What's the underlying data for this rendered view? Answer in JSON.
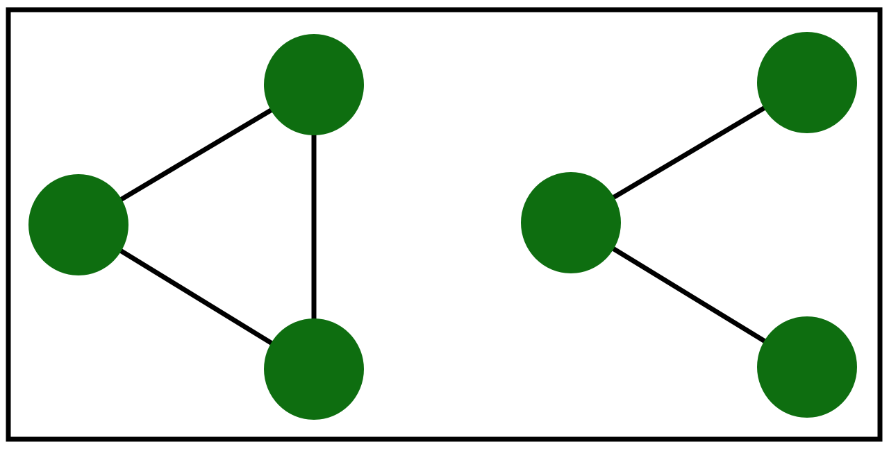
{
  "colors": {
    "node_fill": "#0e6e10",
    "edge_stroke": "#000000",
    "frame_stroke": "#000000",
    "background": "#ffffff"
  },
  "graphs": [
    {
      "id": "graph-1",
      "nodes": [
        "a",
        "b",
        "c"
      ],
      "edges": [
        [
          "a",
          "b"
        ],
        [
          "b",
          "c"
        ],
        [
          "c",
          "a"
        ]
      ]
    },
    {
      "id": "graph-2",
      "nodes": [
        "d",
        "e",
        "f"
      ],
      "edges": [
        [
          "d",
          "e"
        ],
        [
          "d",
          "f"
        ]
      ]
    }
  ]
}
